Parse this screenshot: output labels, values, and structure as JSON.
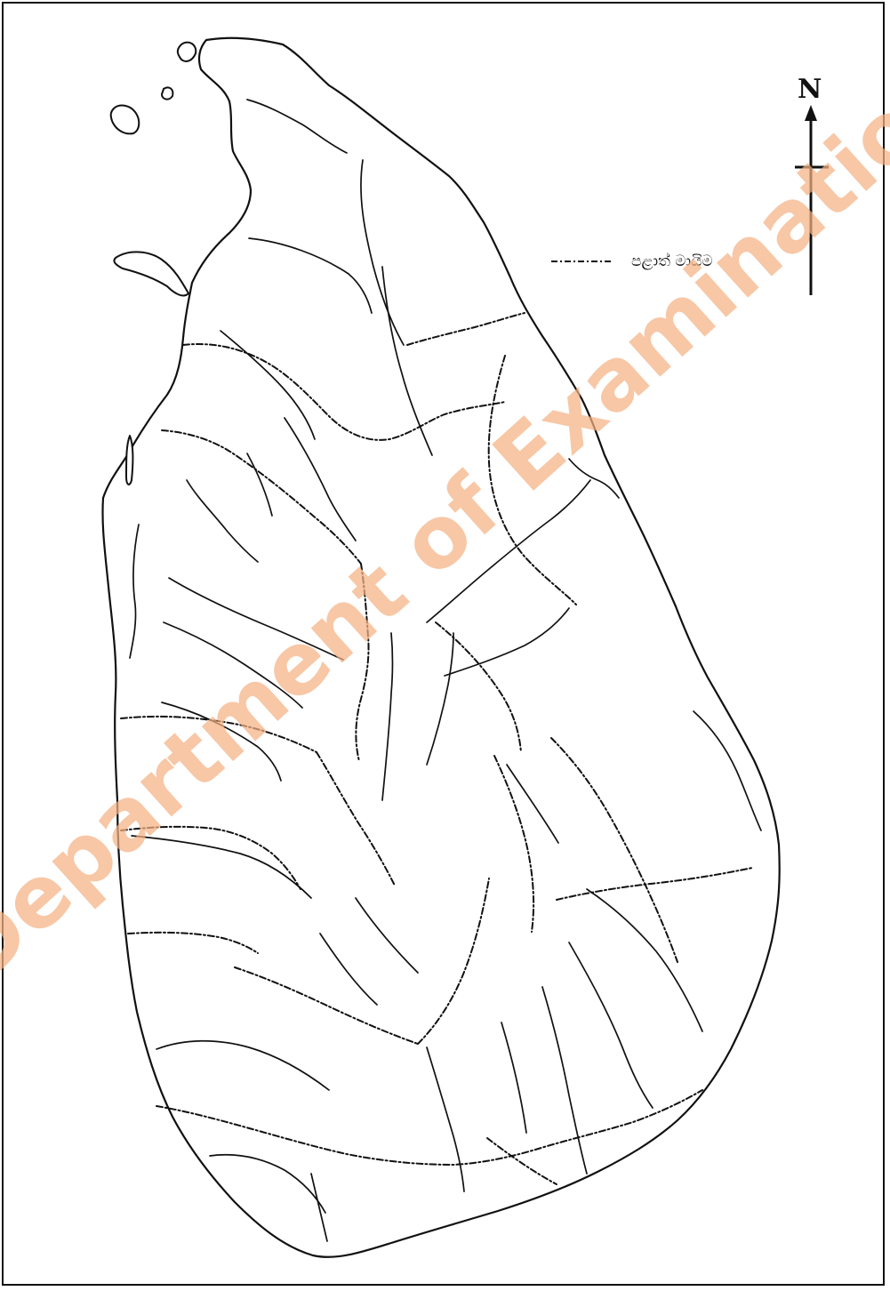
{
  "map": {
    "north_label": "N",
    "legend": {
      "boundary_label": "පළාත් මායිම"
    },
    "watermark": "Department of Examinations Sri Lanka",
    "colors": {
      "ink": "#111111",
      "watermark": "#f4b183",
      "background": "#ffffff"
    }
  }
}
